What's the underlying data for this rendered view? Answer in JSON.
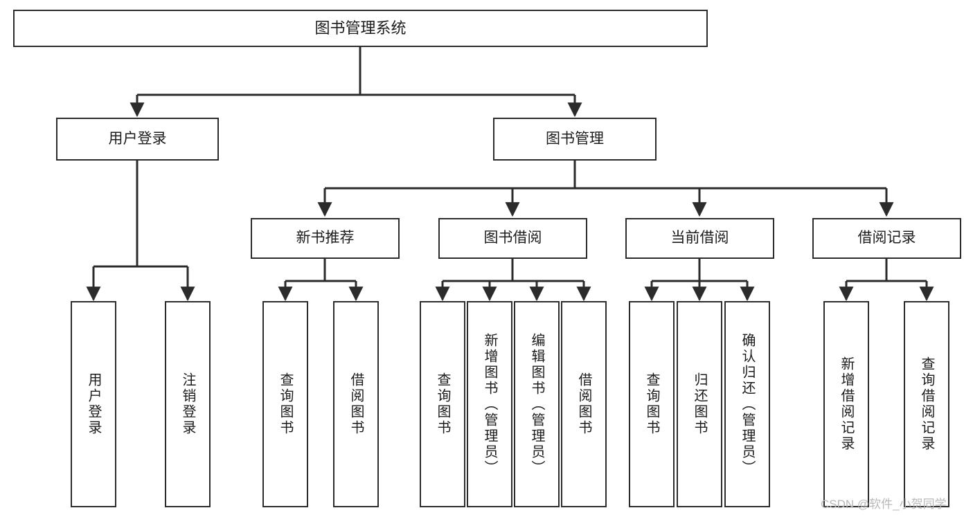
{
  "diagram": {
    "title": "图书管理系统",
    "type": "hierarchy-tree",
    "watermark": "CSDN @软件_小贺同学",
    "colors": {
      "stroke": "#2b2b2b",
      "fill": "#ffffff",
      "text": "#1b1b1b",
      "watermark": "#b9b9b9"
    },
    "levels": {
      "level1": [
        "图书管理系统"
      ],
      "level2": [
        "用户登录",
        "图书管理"
      ],
      "level3": [
        "新书推荐",
        "图书借阅",
        "当前借阅",
        "借阅记录"
      ],
      "level4": [
        "用户登录",
        "注销登录",
        "查询图书",
        "借阅图书",
        "查询图书",
        "新增图书（管理员）",
        "编辑图书（管理员）",
        "借阅图书",
        "查询图书",
        "归还图书",
        "确认归还（管理员）",
        "新增借阅记录",
        "查询借阅记录"
      ]
    },
    "nodes": {
      "root": {
        "label": "图书管理系统"
      },
      "user_login": {
        "label": "用户登录"
      },
      "book_manage": {
        "label": "图书管理"
      },
      "new_book_rec": {
        "label": "新书推荐"
      },
      "book_borrow": {
        "label": "图书借阅"
      },
      "current_borrow": {
        "label": "当前借阅"
      },
      "borrow_record": {
        "label": "借阅记录"
      },
      "leaf_user_login": {
        "label": "用户登录"
      },
      "leaf_user_logout": {
        "label": "注销登录"
      },
      "leaf_rec_query": {
        "label": "查询图书"
      },
      "leaf_rec_borrow": {
        "label": "借阅图书"
      },
      "leaf_borrow_query": {
        "label": "查询图书"
      },
      "leaf_borrow_add": {
        "label": "新增图书（管理员）"
      },
      "leaf_borrow_edit": {
        "label": "编辑图书（管理员）"
      },
      "leaf_borrow_borrow": {
        "label": "借阅图书"
      },
      "leaf_cur_query": {
        "label": "查询图书"
      },
      "leaf_cur_return": {
        "label": "归还图书"
      },
      "leaf_cur_confirm": {
        "label": "确认归还（管理员）"
      },
      "leaf_rec_add": {
        "label": "新增借阅记录"
      },
      "leaf_rec_search": {
        "label": "查询借阅记录"
      }
    },
    "edges": [
      {
        "from": "root",
        "to": "user_login"
      },
      {
        "from": "root",
        "to": "book_manage"
      },
      {
        "from": "user_login",
        "to": "leaf_user_login"
      },
      {
        "from": "user_login",
        "to": "leaf_user_logout"
      },
      {
        "from": "book_manage",
        "to": "new_book_rec"
      },
      {
        "from": "book_manage",
        "to": "book_borrow"
      },
      {
        "from": "book_manage",
        "to": "current_borrow"
      },
      {
        "from": "book_manage",
        "to": "borrow_record"
      },
      {
        "from": "new_book_rec",
        "to": "leaf_rec_query"
      },
      {
        "from": "new_book_rec",
        "to": "leaf_rec_borrow"
      },
      {
        "from": "book_borrow",
        "to": "leaf_borrow_query"
      },
      {
        "from": "book_borrow",
        "to": "leaf_borrow_add"
      },
      {
        "from": "book_borrow",
        "to": "leaf_borrow_edit"
      },
      {
        "from": "book_borrow",
        "to": "leaf_borrow_borrow"
      },
      {
        "from": "current_borrow",
        "to": "leaf_cur_query"
      },
      {
        "from": "current_borrow",
        "to": "leaf_cur_return"
      },
      {
        "from": "current_borrow",
        "to": "leaf_cur_confirm"
      },
      {
        "from": "borrow_record",
        "to": "leaf_rec_add"
      },
      {
        "from": "borrow_record",
        "to": "leaf_rec_search"
      }
    ]
  }
}
